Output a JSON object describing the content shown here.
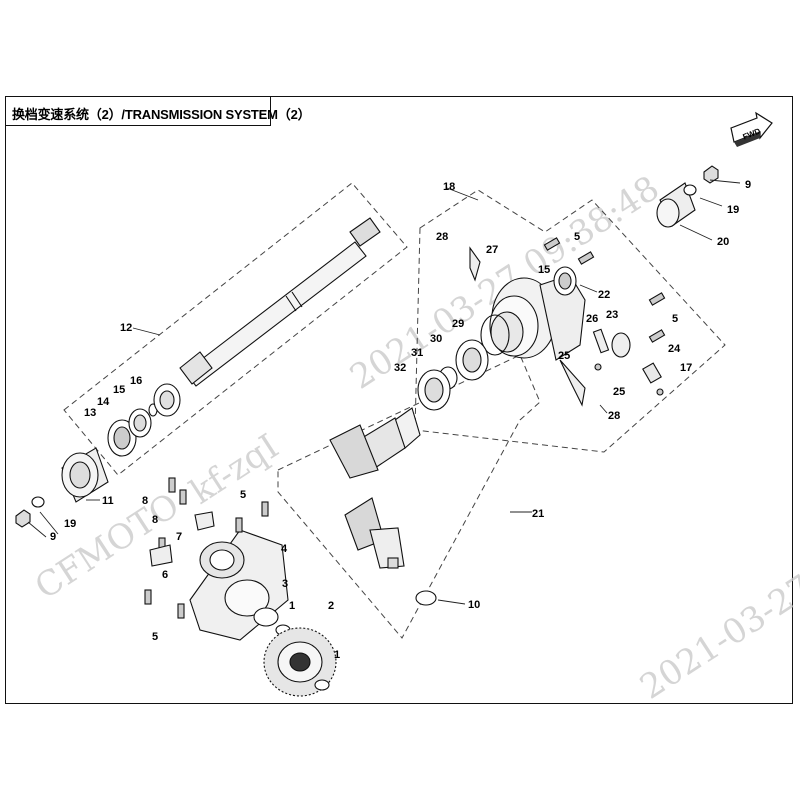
{
  "title": "换档变速系统（2）/TRANSMISSION SYSTEM（2）",
  "fwd_label": "FWD",
  "watermark": {
    "brand": "CFMOTO",
    "user": "kf-zqI",
    "timestamp": "2021-03-27 09:38:48",
    "date": "2021-03-27"
  },
  "callouts": [
    "1",
    "1",
    "2",
    "3",
    "4",
    "5",
    "5",
    "5",
    "5",
    "6",
    "7",
    "8",
    "8",
    "9",
    "9",
    "10",
    "11",
    "12",
    "13",
    "14",
    "15",
    "15",
    "16",
    "17",
    "18",
    "19",
    "19",
    "20",
    "21",
    "22",
    "23",
    "24",
    "25",
    "25",
    "26",
    "27",
    "28",
    "28",
    "29",
    "30",
    "31",
    "32"
  ]
}
